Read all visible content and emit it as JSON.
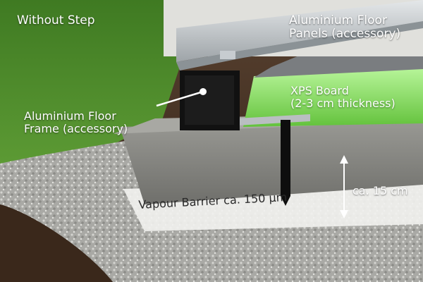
{
  "title": "Without Step",
  "labels": {
    "panels_line1": "Aluminium Floor",
    "panels_line2": "Panels (accessory)",
    "xps_line1": "XPS Board",
    "xps_line2": "(2-3 cm thickness)",
    "frame_line1": "Aluminium Floor",
    "frame_line2": "Frame (accessory)",
    "height": "ca. 15 cm",
    "vapour": "Vapour Barrier ca. 150 µm"
  },
  "colors": {
    "grass": "#4f8a2a",
    "xps_board": "#7ed957",
    "concrete": "#8e8e89",
    "gravel": "#b4b4b0",
    "soil": "#4a3424",
    "aluminium": "#c8cdd0",
    "frame_profile": "#111111"
  }
}
